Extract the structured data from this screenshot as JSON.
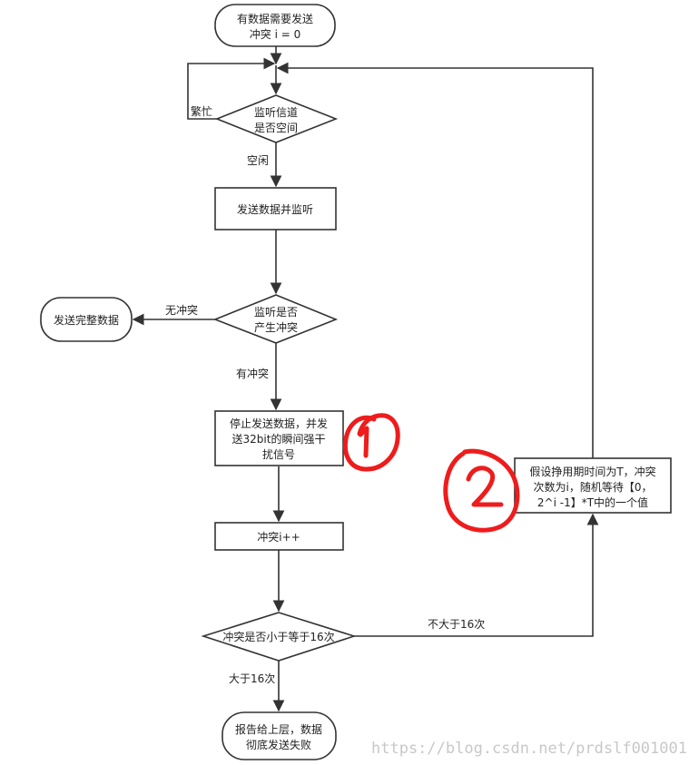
{
  "nodes": {
    "start": [
      "有数据需要发送",
      "冲突 i = 0"
    ],
    "listen_channel": [
      "监听信道",
      "是否空间"
    ],
    "send_and_listen": [
      "发送数据并监听"
    ],
    "send_complete": [
      "发送完整数据"
    ],
    "collision_check": [
      "监听是否",
      "产生冲突"
    ],
    "stop_and_jam": [
      "停止发送数据，并发",
      "送32bit的瞬间强干",
      "扰信号"
    ],
    "increment": [
      "冲突i++"
    ],
    "compare": [
      "冲突是否小于等于16次"
    ],
    "backoff": [
      "假设挣用期时间为T，冲突",
      "次数为i，随机等待【0，",
      "2^i -1】*T中的一个值"
    ],
    "report_fail": [
      "报告给上层，数据",
      "彻底发送失败"
    ]
  },
  "edges": {
    "busy": "繁忙",
    "idle": "空闲",
    "no_collision": "无冲突",
    "has_collision": "有冲突",
    "not_greater_16": "不大于16次",
    "greater_16": "大于16次"
  },
  "annotations": {
    "mark_1": "1",
    "mark_2": "2"
  },
  "watermark": "https://blog.csdn.net/prdslf001001",
  "colors": {
    "stroke": "#333333",
    "annotation": "#ee1c1c",
    "watermark": "#c8c8c8"
  }
}
